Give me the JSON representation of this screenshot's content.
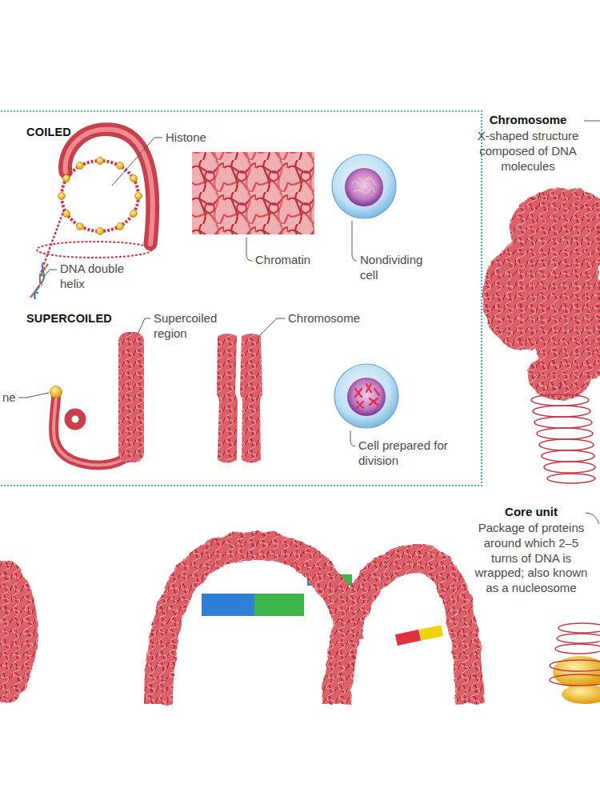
{
  "diagram": {
    "nodes": [
      {
        "text": [
          "COILED",
          "SUPERCOILED"
        ]
      }
    ],
    "labels": [
      "Histone",
      "DNA double helix",
      "Chromatin",
      "Nondividing cell",
      "Supercoiled region",
      "Chromosome",
      "ne",
      "Cell prepared for division",
      "Chromosome",
      "X-shaped structure composed of DNA molecules",
      "Core unit",
      "Package of proteins around which 2–5 turns of DNA is wrapped; also known as a nucleosome"
    ]
  }
}
